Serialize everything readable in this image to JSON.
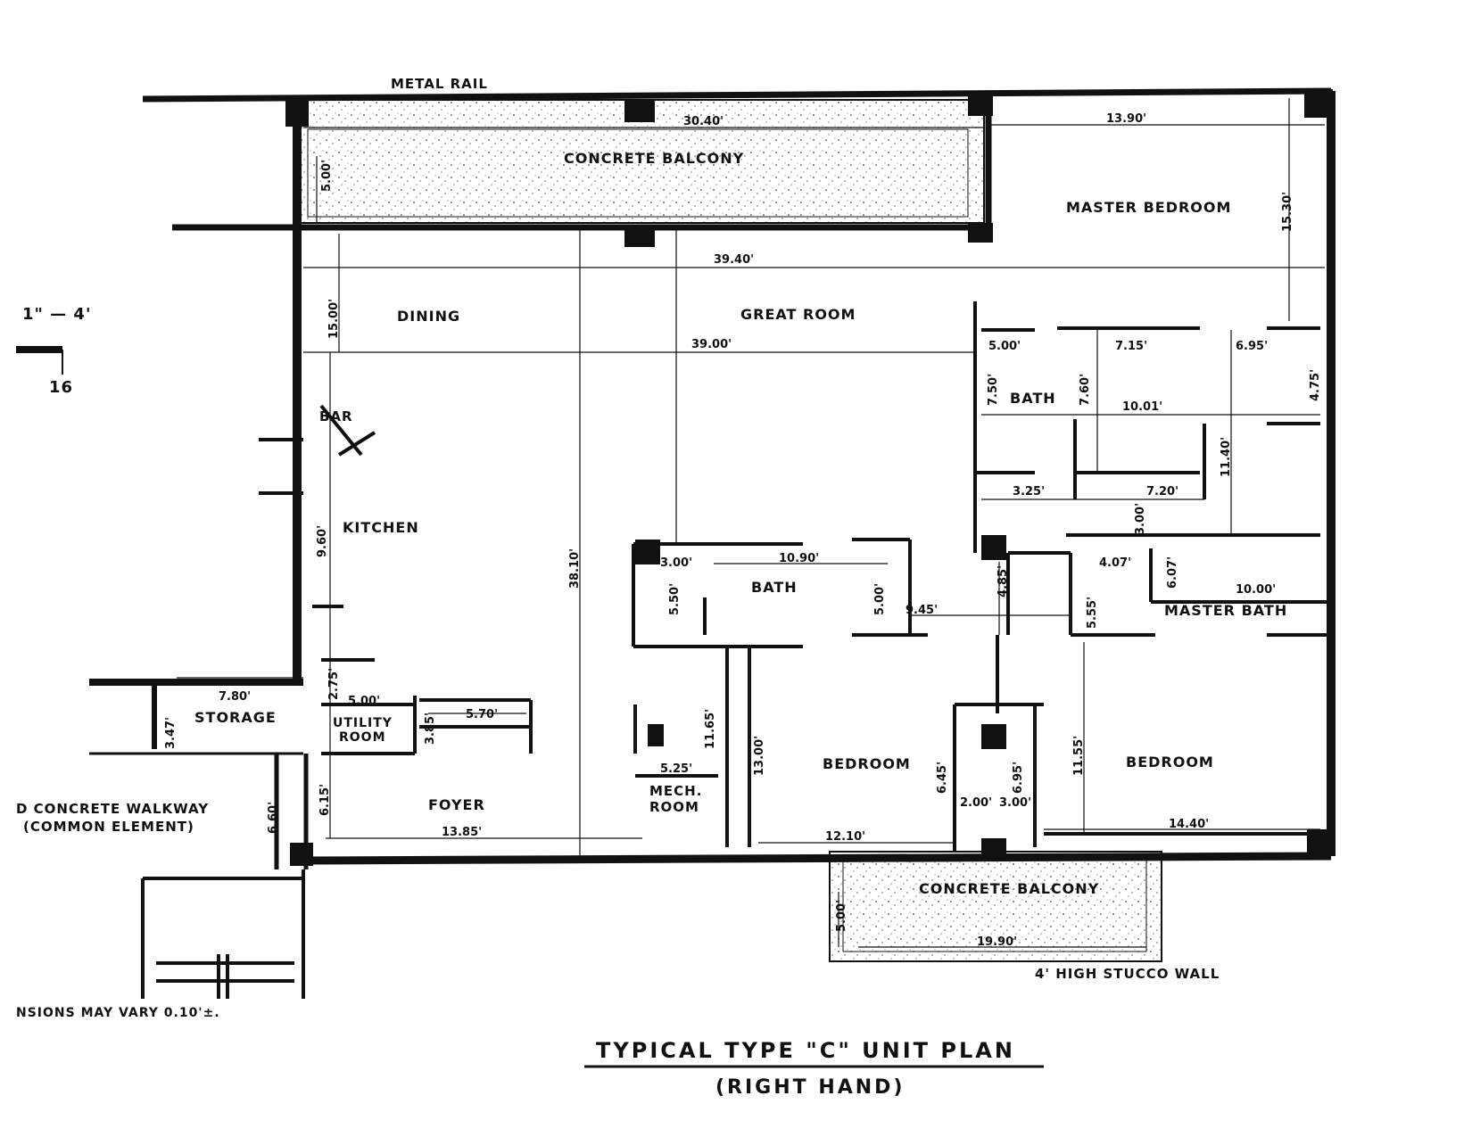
{
  "drawing": {
    "title": "TYPICAL TYPE \"C\" UNIT PLAN",
    "subtitle": "(RIGHT HAND)",
    "scale_text": "1\" — 4'",
    "scale_number": "16",
    "tolerance_note": "NSIONS MAY VARY 0.10'±.",
    "colors": {
      "ink": "#111111",
      "paper": "#ffffff",
      "stipple": "#444444"
    }
  },
  "annotations": {
    "metal_rail": "METAL RAIL",
    "walkway_line1": "D CONCRETE WALKWAY",
    "walkway_line2": "(COMMON ELEMENT)",
    "stucco_wall": "4' HIGH STUCCO WALL"
  },
  "rooms": {
    "balcony_top": "CONCRETE BALCONY",
    "balcony_bottom": "CONCRETE BALCONY",
    "master_bedroom": "MASTER BEDROOM",
    "dining": "DINING",
    "great_room": "GREAT ROOM",
    "bar": "BAR",
    "kitchen": "KITCHEN",
    "storage": "STORAGE",
    "utility_line1": "UTILITY",
    "utility_line2": "ROOM",
    "foyer": "FOYER",
    "bath_center": "BATH",
    "bath_right": "BATH",
    "mech_line1": "MECH.",
    "mech_line2": "ROOM",
    "bedroom_center": "BEDROOM",
    "bedroom_right": "BEDROOM",
    "master_bath": "MASTER BATH"
  },
  "dimensions": {
    "balcony_top_len": "30.40'",
    "balcony_top_depth": "5.00'",
    "master_bed_width": "13.90'",
    "master_bed_depth": "15.30'",
    "overall_39": "39.40'",
    "dining_depth": "15.00'",
    "great_room_len": "39.00'",
    "overall_depth": "38.10'",
    "bath_a": "5.00'",
    "bath_b": "7.15'",
    "bath_c": "6.95'",
    "bath_d": "10.01'",
    "bath_v1": "7.50'",
    "bath_v2": "7.60'",
    "bath_v3": "4.75'",
    "bath_v4": "11.40'",
    "closet_a": "3.25'",
    "closet_b": "7.20'",
    "closet_v": "3.00'",
    "kitchen_depth": "9.60'",
    "bath_center_len": "10.90'",
    "bath_center_a": "3.00'",
    "bath_center_v": "5.50'",
    "bath_center_v2": "5.00'",
    "hall_len": "9.45'",
    "hall_v": "4.85'",
    "mb_a": "4.07'",
    "mb_v": "5.55'",
    "mb_v2": "6.07'",
    "mb_len": "10.00'",
    "storage_len": "7.80'",
    "storage_v": "3.47'",
    "utility_len": "5.00'",
    "utility_v": "2.75'",
    "utility_v2": "3.85'",
    "pantry_len": "5.70'",
    "foyer_len": "13.85'",
    "foyer_v": "6.15'",
    "walk_v": "6.60'",
    "mech_len": "5.25'",
    "mech_v": "11.65'",
    "bed_center_v": "13.00'",
    "bed_center_len": "12.10'",
    "closet2_v1": "6.45'",
    "closet2_v2": "6.95'",
    "closet2_a": "2.00'",
    "closet2_b": "3.00'",
    "bed_right_len": "14.40'",
    "bed_right_v": "11.55'",
    "balcony_bottom_len": "19.90'",
    "balcony_bottom_v": "5.00'"
  }
}
